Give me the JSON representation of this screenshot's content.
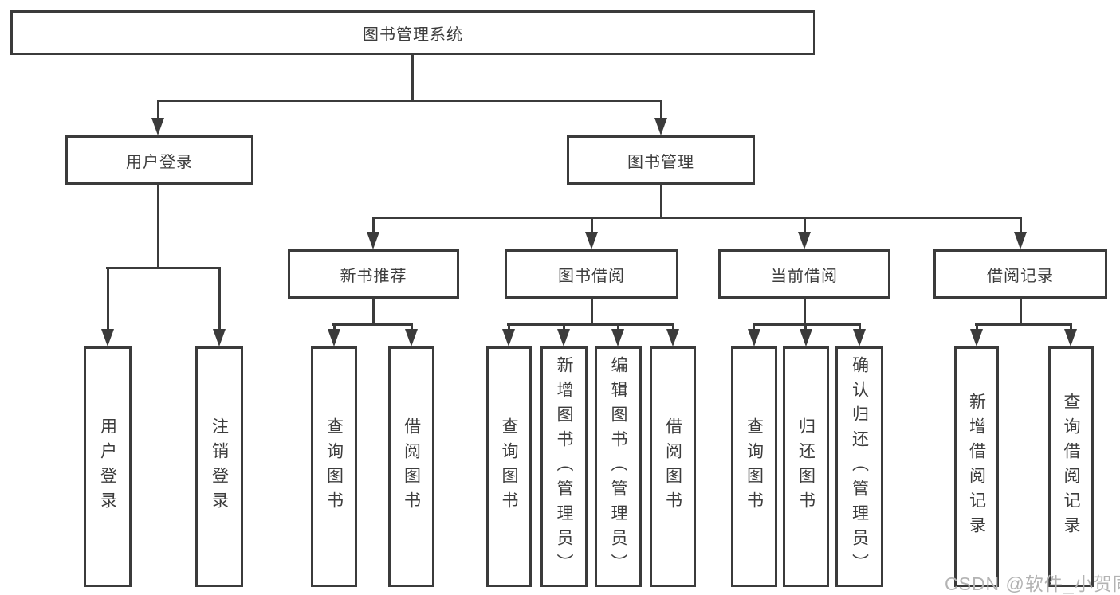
{
  "diagram": {
    "title": "图书管理系统",
    "watermark": "CSDN @软件_小贺同学",
    "colors": {
      "line": "#3b3b3b",
      "text": "#3d3d3d",
      "watermark": "#b3b3b3",
      "background": "#ffffff"
    },
    "tree": {
      "label": "图书管理系统",
      "children": [
        {
          "label": "用户登录",
          "children": [
            {
              "label": "用户登录"
            },
            {
              "label": "注销登录"
            }
          ]
        },
        {
          "label": "图书管理",
          "children": [
            {
              "label": "新书推荐",
              "children": [
                {
                  "label": "查询图书"
                },
                {
                  "label": "借阅图书"
                }
              ]
            },
            {
              "label": "图书借阅",
              "children": [
                {
                  "label": "查询图书"
                },
                {
                  "label": "新增图书（管理员）"
                },
                {
                  "label": "编辑图书（管理员）"
                },
                {
                  "label": "借阅图书"
                }
              ]
            },
            {
              "label": "当前借阅",
              "children": [
                {
                  "label": "查询图书"
                },
                {
                  "label": "归还图书"
                },
                {
                  "label": "确认归还（管理员）"
                }
              ]
            },
            {
              "label": "借阅记录",
              "children": [
                {
                  "label": "新增借阅记录"
                },
                {
                  "label": "查询借阅记录"
                }
              ]
            }
          ]
        }
      ]
    }
  }
}
